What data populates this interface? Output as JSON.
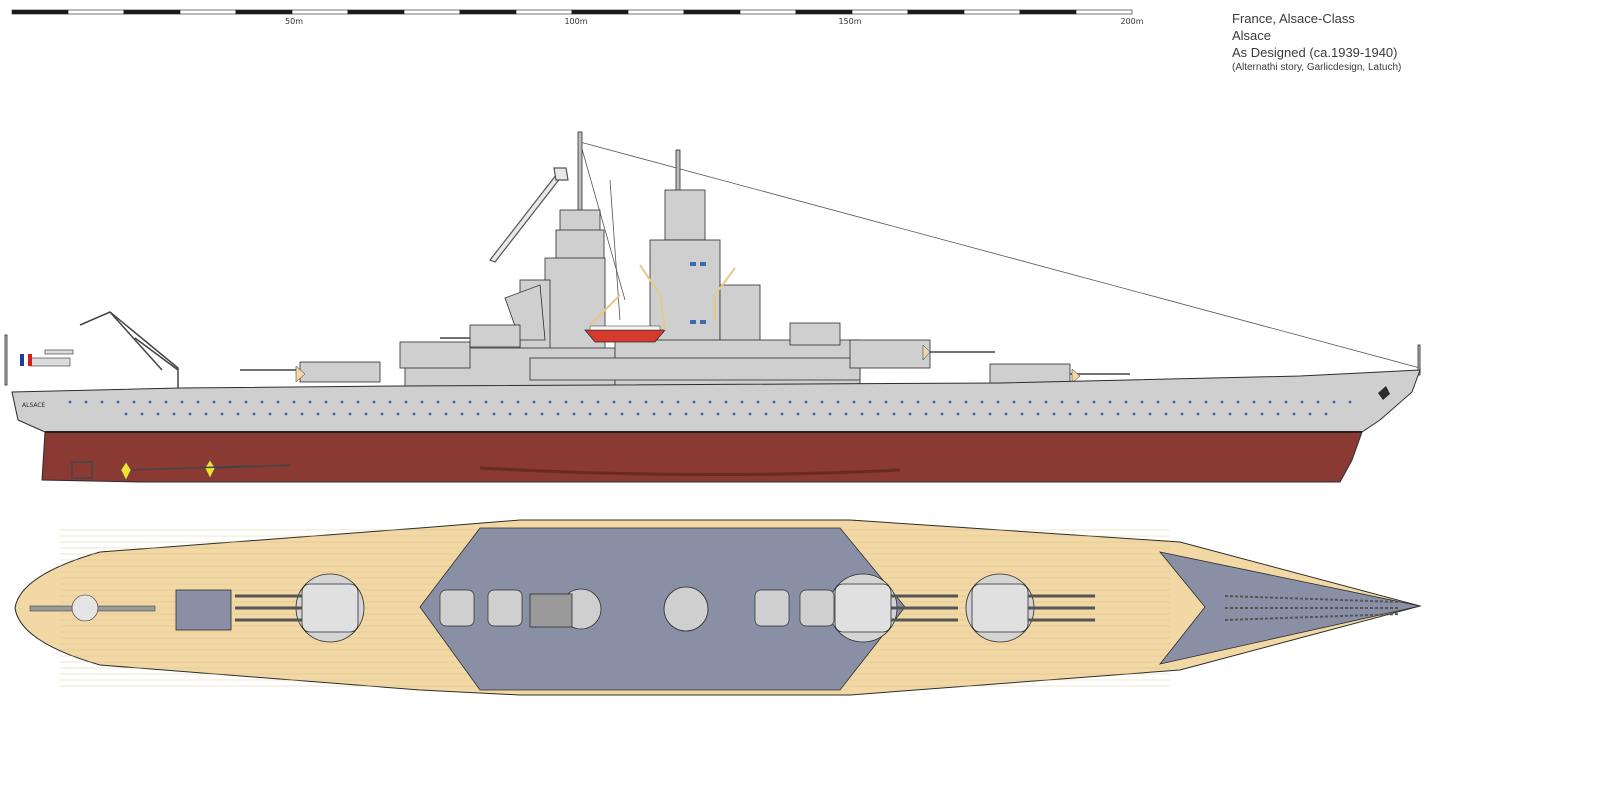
{
  "scale": {
    "labels": [
      "50m",
      "100m",
      "150m",
      "200m"
    ],
    "segments": 20
  },
  "caption": {
    "line1": "France, Alsace-Class",
    "line2": "Alsace",
    "line3": "As Designed (ca.1939-1940)",
    "line4": "(Alternathi story, Garlicdesign, Latuch)"
  },
  "ship": {
    "hull_name_marking": "ALSACE"
  },
  "colors": {
    "hull_grey": "#cfcfcf",
    "hull_red": "#8a3a32",
    "deck_wood": "#f1d8a4",
    "deck_steel": "#8990a5",
    "turret_grey": "#d4d4d4",
    "line_dark": "#2c2c2c",
    "boat_red": "#d63a2f",
    "prop_yellow": "#f0e030",
    "flag_blue": "#1f3fa0",
    "flag_red": "#d02020"
  }
}
